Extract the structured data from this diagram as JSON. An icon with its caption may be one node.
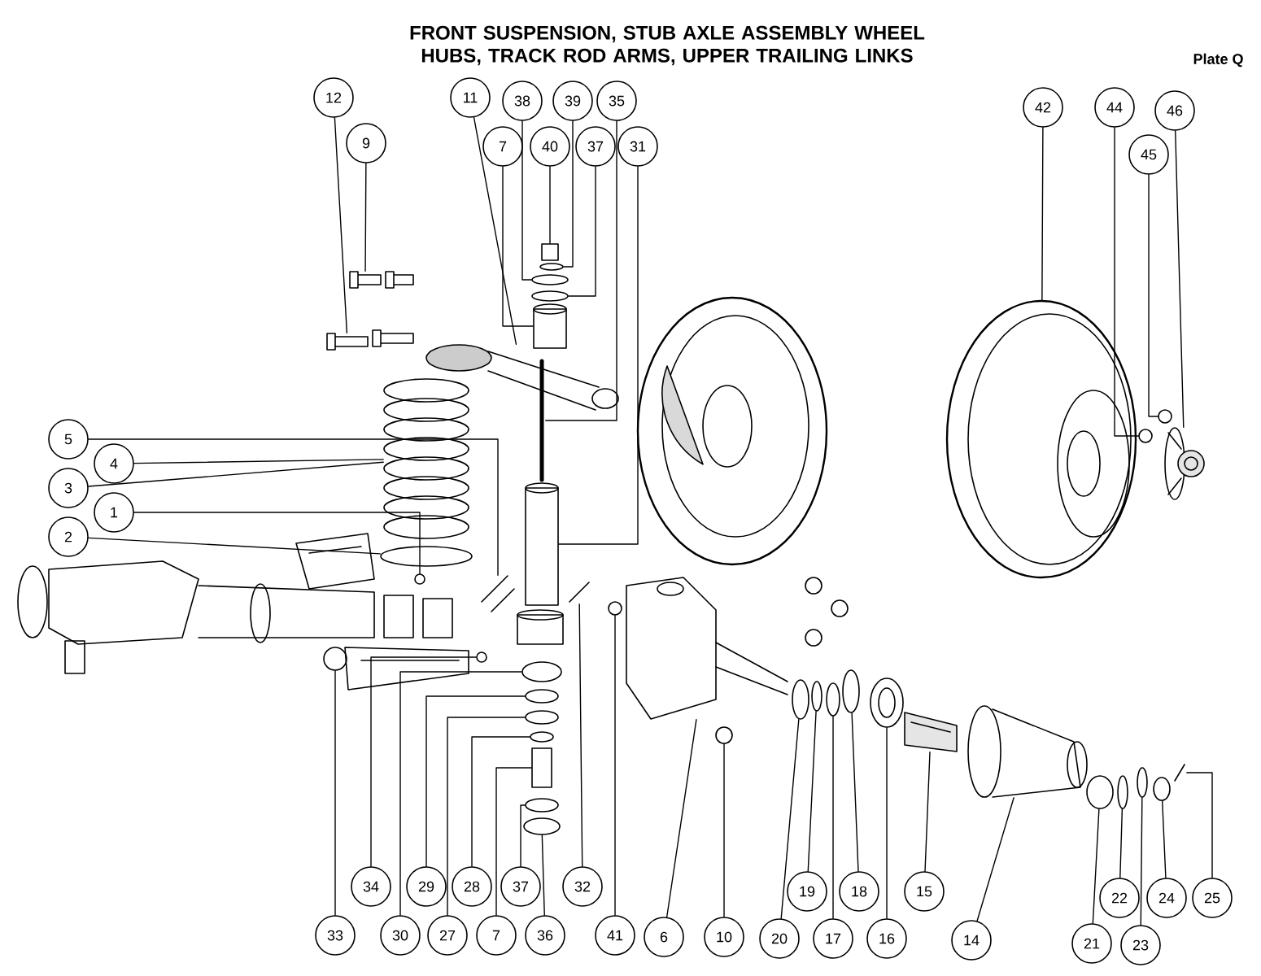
{
  "diagram": {
    "title": "FRONT SUSPENSION, STUB AXLE ASSEMBLY WHEEL HUBS, TRACK ROD ARMS, UPPER TRAILING LINKS",
    "nodes": [
      {
        "text": [
          "12"
        ]
      },
      {
        "text": [
          "11"
        ]
      },
      {
        "text": [
          "38"
        ]
      },
      {
        "text": [
          "39"
        ]
      },
      {
        "text": [
          "35"
        ]
      },
      {
        "text": [
          "42"
        ]
      },
      {
        "text": [
          "44"
        ]
      },
      {
        "text": [
          "46"
        ]
      },
      {
        "text": [
          "9"
        ]
      },
      {
        "text": [
          "7"
        ]
      },
      {
        "text": [
          "40"
        ]
      },
      {
        "text": [
          "37"
        ]
      },
      {
        "text": [
          "31"
        ]
      },
      {
        "text": [
          "45"
        ]
      },
      {
        "text": [
          "5"
        ]
      },
      {
        "text": [
          "4"
        ]
      },
      {
        "text": [
          "3"
        ]
      },
      {
        "text": [
          "1"
        ]
      },
      {
        "text": [
          "2"
        ]
      },
      {
        "text": [
          "34"
        ]
      },
      {
        "text": [
          "29"
        ]
      },
      {
        "text": [
          "28"
        ]
      },
      {
        "text": [
          "37"
        ]
      },
      {
        "text": [
          "32"
        ]
      },
      {
        "text": [
          "19"
        ]
      },
      {
        "text": [
          "18"
        ]
      },
      {
        "text": [
          "15"
        ]
      },
      {
        "text": [
          "22"
        ]
      },
      {
        "text": [
          "24"
        ]
      },
      {
        "text": [
          "25"
        ]
      },
      {
        "text": [
          "33"
        ]
      },
      {
        "text": [
          "30"
        ]
      },
      {
        "text": [
          "27"
        ]
      },
      {
        "text": [
          "7"
        ]
      },
      {
        "text": [
          "36"
        ]
      },
      {
        "text": [
          "41"
        ]
      },
      {
        "text": [
          "6"
        ]
      },
      {
        "text": [
          "10"
        ]
      },
      {
        "text": [
          "20"
        ]
      },
      {
        "text": [
          "17"
        ]
      },
      {
        "text": [
          "16"
        ]
      },
      {
        "text": [
          "14"
        ]
      },
      {
        "text": [
          "21"
        ]
      },
      {
        "text": [
          "23"
        ]
      },
      {
        "text": [],
        "shape": "circle"
      },
      {
        "text": [],
        "shape": "box"
      },
      {
        "text": [],
        "shape": "box"
      },
      {
        "text": [],
        "shape": "picture"
      },
      {
        "text": [],
        "shape": "circle"
      },
      {
        "text": [],
        "shape": "circle"
      },
      {
        "text": [],
        "shape": "picture"
      },
      {
        "text": [],
        "shape": "circle"
      },
      {
        "text": [],
        "shape": "picture"
      },
      {
        "text": [],
        "shape": "box"
      },
      {
        "text": [],
        "shape": "circle"
      },
      {
        "text": [],
        "shape": "circle"
      },
      {
        "text": [],
        "shape": "circle"
      },
      {
        "text": [],
        "shape": "cylinder"
      },
      {
        "text": [],
        "shape": "bar"
      },
      {
        "text": [],
        "shape": "cylinder"
      },
      {
        "text": [],
        "shape": "circle"
      },
      {
        "text": [],
        "shape": "circle"
      },
      {
        "text": [],
        "shape": "circle"
      },
      {
        "text": [],
        "shape": "circle"
      },
      {
        "text": [],
        "shape": "box"
      },
      {
        "text": [],
        "shape": "circle"
      },
      {
        "text": [],
        "shape": "circle"
      },
      {
        "text": [],
        "shape": "bar"
      },
      {
        "text": [],
        "shape": "circle"
      },
      {
        "text": [],
        "shape": "picture"
      },
      {
        "text": [],
        "shape": "circle"
      },
      {
        "text": [],
        "shape": "circle"
      },
      {
        "text": [],
        "shape": "circle"
      },
      {
        "text": [],
        "shape": "circle"
      },
      {
        "text": [],
        "shape": "circle"
      },
      {
        "text": [],
        "shape": "circle"
      },
      {
        "text": [],
        "shape": "picture"
      },
      {
        "text": [],
        "shape": "picture"
      },
      {
        "text": [],
        "shape": "picture"
      },
      {
        "text": [],
        "shape": "circle"
      },
      {
        "text": [],
        "shape": "circle"
      },
      {
        "text": [],
        "shape": "picture"
      },
      {
        "text": [],
        "shape": "circle"
      },
      {
        "text": [],
        "shape": "circle"
      },
      {
        "text": [],
        "shape": "circle"
      },
      {
        "text": [],
        "shape": "circle"
      },
      {
        "text": [],
        "shape": "bar"
      },
      {
        "text": [],
        "shape": "picture"
      },
      {
        "text": [],
        "shape": "picture"
      },
      {
        "text": [],
        "shape": "picture"
      },
      {
        "text": [],
        "shape": "picture"
      },
      {
        "text": [],
        "shape": "box"
      },
      {
        "text": [],
        "shape": "box"
      },
      {
        "text": [],
        "shape": "box"
      },
      {
        "text": [],
        "shape": "box"
      },
      {
        "text": [],
        "shape": "cylinder"
      },
      {
        "text": [],
        "shape": "picture"
      },
      {
        "text": [],
        "shape": "circle"
      },
      {
        "text": [],
        "shape": "circle"
      },
      {
        "text": [],
        "shape": "circle"
      }
    ],
    "edges": [
      {
        "from": 0,
        "to": 45,
        "arrow": "none"
      },
      {
        "from": 1,
        "to": 50,
        "arrow": "none"
      },
      {
        "from": 2,
        "to": 55,
        "arrow": "none"
      },
      {
        "from": 3,
        "to": 54,
        "arrow": "none"
      },
      {
        "from": 4,
        "to": 58,
        "arrow": "none"
      },
      {
        "from": 5,
        "to": 78,
        "arrow": "none"
      },
      {
        "from": 6,
        "to": 79,
        "arrow": "none"
      },
      {
        "from": 7,
        "to": 81,
        "arrow": "none"
      },
      {
        "from": 8,
        "to": 46,
        "arrow": "none"
      },
      {
        "from": 9,
        "to": 57,
        "arrow": "none"
      },
      {
        "from": 10,
        "to": 53,
        "arrow": "none"
      },
      {
        "from": 11,
        "to": 56,
        "arrow": "none"
      },
      {
        "from": 12,
        "to": 59,
        "arrow": "none"
      },
      {
        "from": 13,
        "to": 80,
        "arrow": "none"
      },
      {
        "from": 14,
        "to": 52,
        "arrow": "none"
      },
      {
        "from": 15,
        "to": 47,
        "arrow": "none"
      },
      {
        "from": 16,
        "to": 47,
        "arrow": "none"
      },
      {
        "from": 17,
        "to": 49,
        "arrow": "none"
      },
      {
        "from": 18,
        "to": 48,
        "arrow": "none"
      },
      {
        "from": 19,
        "to": 51,
        "arrow": "none"
      },
      {
        "from": 20,
        "to": 61,
        "arrow": "none"
      },
      {
        "from": 21,
        "to": 63,
        "arrow": "none"
      },
      {
        "from": 22,
        "to": 65,
        "arrow": "none"
      },
      {
        "from": 23,
        "to": 67,
        "arrow": "none"
      },
      {
        "from": 24,
        "to": 72,
        "arrow": "none"
      },
      {
        "from": 25,
        "to": 74,
        "arrow": "none"
      },
      {
        "from": 26,
        "to": 76,
        "arrow": "none"
      },
      {
        "from": 27,
        "to": 83,
        "arrow": "none"
      },
      {
        "from": 28,
        "to": 85,
        "arrow": "none"
      },
      {
        "from": 29,
        "to": 86,
        "arrow": "none"
      },
      {
        "from": 30,
        "to": 44,
        "arrow": "none"
      },
      {
        "from": 31,
        "to": 60,
        "arrow": "none"
      },
      {
        "from": 32,
        "to": 62,
        "arrow": "none"
      },
      {
        "from": 33,
        "to": 64,
        "arrow": "none"
      },
      {
        "from": 34,
        "to": 66,
        "arrow": "none"
      },
      {
        "from": 35,
        "to": 68,
        "arrow": "none"
      },
      {
        "from": 36,
        "to": 69,
        "arrow": "none"
      },
      {
        "from": 37,
        "to": 70,
        "arrow": "none"
      },
      {
        "from": 38,
        "to": 71,
        "arrow": "none"
      },
      {
        "from": 39,
        "to": 73,
        "arrow": "none"
      },
      {
        "from": 40,
        "to": 75,
        "arrow": "none"
      },
      {
        "from": 41,
        "to": 77,
        "arrow": "none"
      },
      {
        "from": 42,
        "to": 82,
        "arrow": "none"
      },
      {
        "from": 43,
        "to": 84,
        "arrow": "none"
      }
    ],
    "labels": [
      "Plate Q"
    ]
  }
}
